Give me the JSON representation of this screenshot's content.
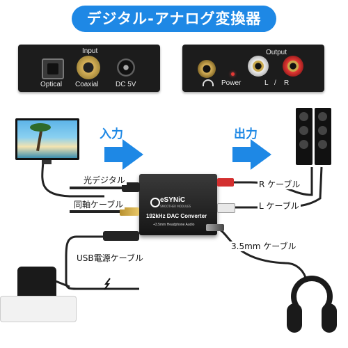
{
  "banner": {
    "title": "デジタル-アナログ変換器"
  },
  "input_panel": {
    "header": "Input",
    "ports": {
      "optical": "Optical",
      "coaxial": "Coaxial",
      "dc": "DC 5V"
    }
  },
  "output_panel": {
    "header": "Output",
    "ports": {
      "power": "Power",
      "l": "L",
      "slash": "/",
      "r": "R"
    }
  },
  "flow": {
    "input_label": "入力",
    "output_label": "出力"
  },
  "device": {
    "brand": "eSYNiC",
    "brand_sub": "SMOOTHER MODULES",
    "model": "192kHz DAC Converter",
    "sub": "+3.5mm Headphone Audio"
  },
  "cables": {
    "optical": "光デジタル",
    "coaxial": "同軸ケーブル",
    "r_cable": "R ケーブル",
    "l_cable": "L ケーブル",
    "mm35": "3.5mm ケーブル",
    "usb": "USB電源ケーブル"
  },
  "colors": {
    "accent": "#1e88e5",
    "rca_red": "#d32f2f",
    "rca_white": "#eeeeee",
    "gold": "#c9a84c"
  }
}
